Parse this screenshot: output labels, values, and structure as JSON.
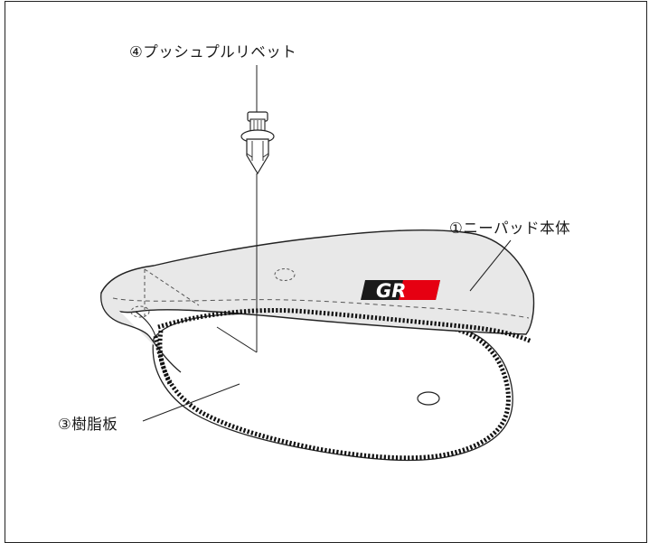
{
  "labels": {
    "push_rivet": "④プッシュプルリベット",
    "knee_pad_body": "①ニーパッド本体",
    "resin_plate": "③樹脂板"
  },
  "logo": {
    "text": "GR",
    "colors": {
      "dark": "#1a1a1a",
      "accent": "#e60012",
      "panel": "#e8e8e8"
    }
  }
}
